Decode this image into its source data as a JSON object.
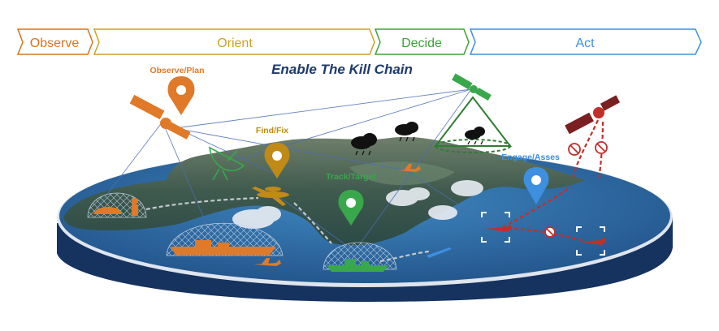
{
  "ooda": {
    "observe": {
      "label": "Observe",
      "color": "#d9741c"
    },
    "orient": {
      "label": "Orient",
      "color": "#c9a227"
    },
    "decide": {
      "label": "Decide",
      "color": "#3ea03a"
    },
    "act": {
      "label": "Act",
      "color": "#3d8fe0"
    }
  },
  "title": {
    "text": "Enable The Kill Chain",
    "color": "#1f3a6b"
  },
  "stages": {
    "observe_plan": {
      "label": "Observe/Plan",
      "color": "#e07a28"
    },
    "find_fix": {
      "label": "Find/Fix",
      "color": "#c08a16"
    },
    "track_target": {
      "label": "Track/Target",
      "color": "#39a84a"
    },
    "engage_assess": {
      "label": "Engage/Asses",
      "color": "#3d8fe0"
    }
  },
  "icons": [
    "satellite-icon",
    "location-pin-icon",
    "radar-dish-icon",
    "storm-cloud-icon",
    "aircraft-icon",
    "ship-icon",
    "missile-icon",
    "chain-link-icon",
    "prohibited-icon",
    "target-reticle-icon",
    "dome-sensor-icon"
  ],
  "colors": {
    "disk_top": "#2a5d8e",
    "disk_side": "#16335f",
    "ocean": "#2f6fa6",
    "land": "#3c5a52",
    "link_line": "#4b6cb7",
    "enemy_red": "#c0302b"
  }
}
